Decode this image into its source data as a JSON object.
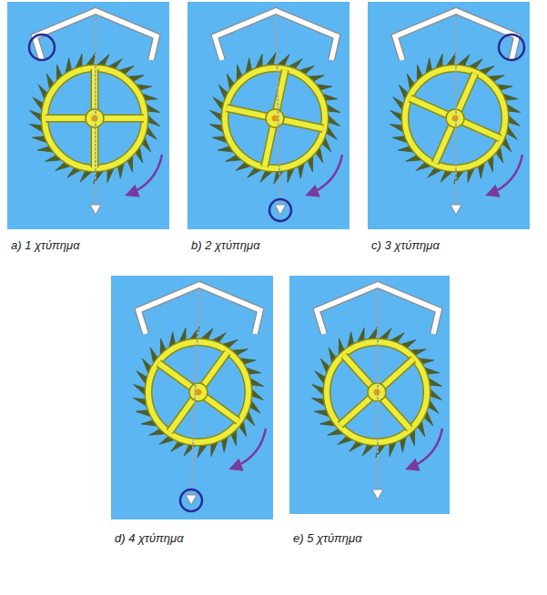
{
  "diagram": {
    "labels": [
      "a) 1 χτύπημα",
      "b) 2 χτύπημα",
      "c) 3 χτύπημα",
      "d) 4 χτύπημα",
      "e) 5 χτύπημα"
    ]
  }
}
